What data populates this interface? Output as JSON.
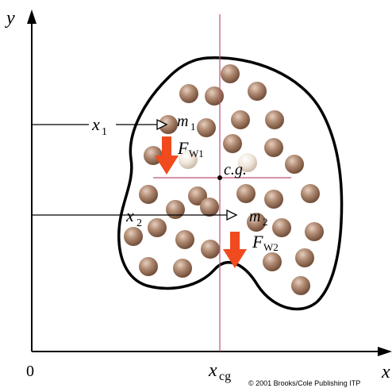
{
  "axes": {
    "y_label": "y",
    "x_label": "x",
    "origin_label": "0",
    "xcg_main": "x",
    "xcg_sub": "cg"
  },
  "labels": {
    "x1_main": "x",
    "x1_sub": "1",
    "x2_main": "x",
    "x2_sub": "2",
    "m1_main": "m",
    "m1_sub": "1",
    "m2_main": "m",
    "m2_sub": "2",
    "fw1_main": "F",
    "fw1_sub": "W1",
    "fw2_main": "F",
    "fw2_sub": "W2",
    "cg": "c.g."
  },
  "credit": "© 2001 Brooks/Cole Publishing ITP",
  "colors": {
    "force_arrow": "#f04a1e",
    "vertical_line": "#c0507a",
    "particle": "#a07a60",
    "highlight_particle": "#eadfd2"
  }
}
